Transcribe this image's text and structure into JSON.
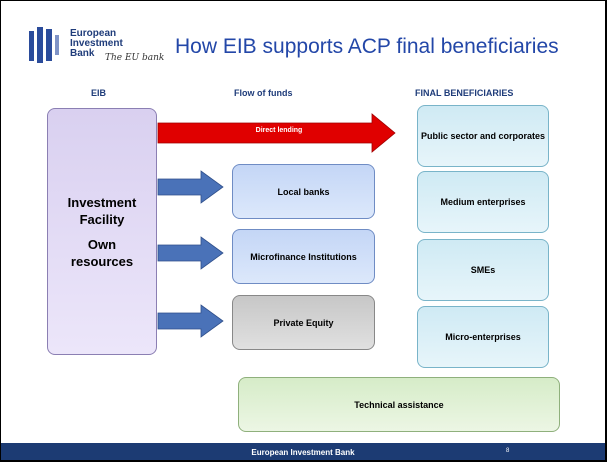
{
  "logo": {
    "line1": "European",
    "line2": "Investment",
    "line3": "Bank",
    "signature": "The EU bank"
  },
  "title": "How EIB supports ACP final beneficiaries",
  "headers": {
    "eib": "EIB",
    "flow": "Flow of funds",
    "final": "FINAL BENEFICIARIES"
  },
  "eib_box": {
    "line1": "Investment",
    "line2": "Facility",
    "line3": "Own",
    "line4": "resources"
  },
  "direct_lending": "Direct lending",
  "intermediaries": [
    "Local banks",
    "Microfinance Institutions",
    "Private Equity"
  ],
  "beneficiaries": [
    "Public sector and corporates",
    "Medium enterprises",
    "SMEs",
    "Micro-enterprises"
  ],
  "technical_assistance": "Technical assistance",
  "footer": {
    "text": "European Investment Bank",
    "page": "8"
  },
  "colors": {
    "title": "#2347a8",
    "footer": "#1c3b73",
    "direct_arrow": "#e00000",
    "flow_arrow": "#4a72b8"
  }
}
